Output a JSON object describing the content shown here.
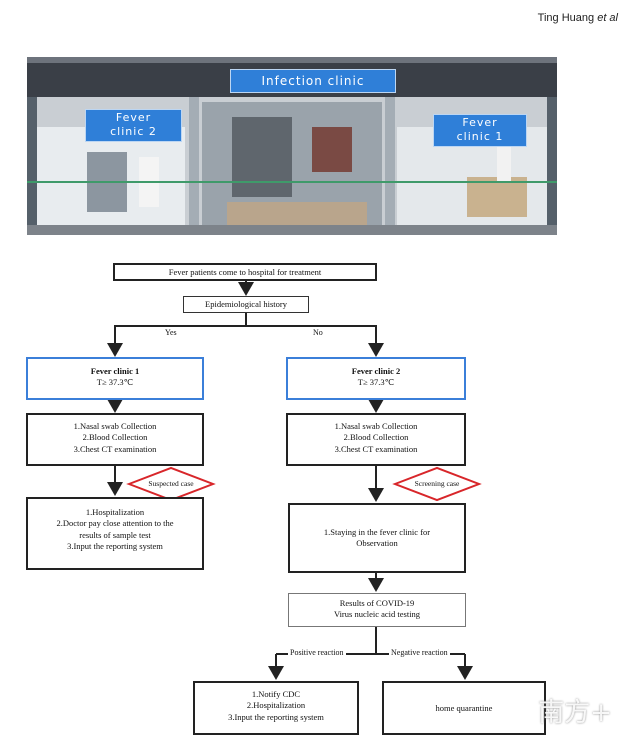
{
  "header": {
    "author": "Ting Huang",
    "author_suffix": "et al"
  },
  "photo": {
    "sign_center": "Infection clinic",
    "sign_left": "Fever\nclinic 2",
    "sign_right": "Fever\nclinic 1"
  },
  "flow": {
    "start": "Fever patients come to hospital for treatment",
    "history": "Epidemiological history",
    "yes": "Yes",
    "no": "No",
    "clinic1_title": "Fever clinic 1",
    "clinic1_temp": "T≥ 37.3℃",
    "clinic2_title": "Fever clinic 2",
    "clinic2_temp": "T≥ 37.3℃",
    "steps_left": [
      "1.Nasal swab Collection",
      "2.Blood Collection",
      "3.Chest CT examination"
    ],
    "steps_right": [
      "1.Nasal swab Collection",
      "2.Blood Collection",
      "3.Chest CT examination"
    ],
    "suspected": "Suspected case",
    "screening": "Screening case",
    "left_outcome": [
      "1.Hospitalization",
      "2.Doctor pay close attention to the",
      "results of sample test",
      "3.Input the reporting system"
    ],
    "right_outcome": [
      "1.Staying in the fever clinic for",
      "Observation"
    ],
    "results": [
      "Results of COVID-19",
      "Virus nucleic acid testing"
    ],
    "positive": "Positive reaction",
    "negative": "Negative reaction",
    "positive_outcome": [
      "1.Notify CDC",
      "2.Hospitalization",
      "3.Input the reporting system"
    ],
    "negative_outcome": "home quarantine"
  },
  "watermark": "南方+"
}
